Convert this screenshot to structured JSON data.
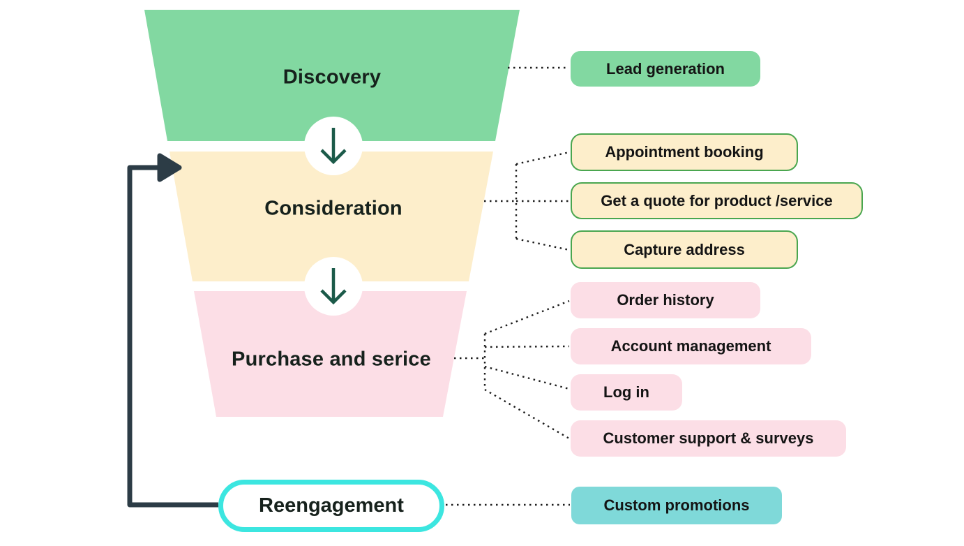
{
  "funnel": {
    "stages": [
      {
        "id": "discovery",
        "label": "Discovery",
        "fill": "#82d8a1"
      },
      {
        "id": "consideration",
        "label": "Consideration",
        "fill": "#fdeecb"
      },
      {
        "id": "purchase",
        "label": "Purchase and serice",
        "fill": "#fcdee6"
      }
    ],
    "reengagement": {
      "label": "Reengagement",
      "fill": "#ffffff",
      "border_color": "#3ce6e0"
    },
    "stage_arrow_icon": "down-arrow",
    "stage_arrow_color": "#1b5a49",
    "loop_arrow_color": "#2c3c46",
    "connector_style": "dotted",
    "connector_color": "#1c1c1c"
  },
  "callouts": [
    {
      "label": "Lead generation",
      "stage": "discovery",
      "fill": "#82d8a1"
    },
    {
      "label": "Appointment booking",
      "stage": "consideration",
      "fill": "#fdeecb",
      "border": "#4aa64f"
    },
    {
      "label": "Get a quote for product /service",
      "stage": "consideration",
      "fill": "#fdeecb",
      "border": "#4aa64f"
    },
    {
      "label": "Capture address",
      "stage": "consideration",
      "fill": "#fdeecb",
      "border": "#4aa64f"
    },
    {
      "label": "Order history",
      "stage": "purchase",
      "fill": "#fcdee6"
    },
    {
      "label": "Account management",
      "stage": "purchase",
      "fill": "#fcdee6"
    },
    {
      "label": "Log in",
      "stage": "purchase",
      "fill": "#fcdee6"
    },
    {
      "label": "Customer support & surveys",
      "stage": "purchase",
      "fill": "#fcdee6"
    },
    {
      "label": "Custom promotions",
      "stage": "reengagement",
      "fill": "#7fd9d9"
    }
  ]
}
